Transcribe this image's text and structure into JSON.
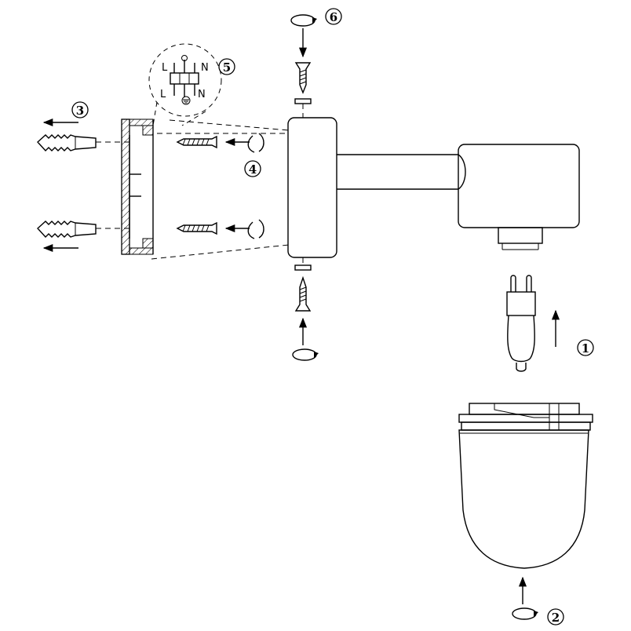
{
  "steps": {
    "s1": "1",
    "s2": "2",
    "s3": "3",
    "s4": "4",
    "s5": "5",
    "s6": "6"
  },
  "wiring": {
    "live_top": "L",
    "neutral_top": "N",
    "live_bottom": "L",
    "neutral_bottom": "N"
  },
  "icons": [
    "rotate-arrow-icon",
    "arrow-icon",
    "ground-symbol-icon",
    "screw-icon",
    "wall-plug-icon",
    "bulb-icon"
  ]
}
